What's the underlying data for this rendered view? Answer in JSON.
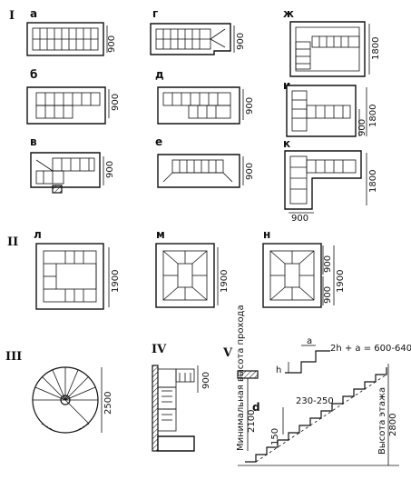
{
  "groups": {
    "g1": "I",
    "g2": "II",
    "g3": "III",
    "g4": "IV",
    "g5": "V"
  },
  "labels": {
    "a": "а",
    "b": "б",
    "v": "в",
    "g": "г",
    "d": "д",
    "e": "е",
    "zh": "ж",
    "i": "и",
    "k": "к",
    "l": "л",
    "m": "м",
    "n": "н"
  },
  "dims": {
    "a": "900",
    "b": "900",
    "v": "900",
    "g": "900",
    "d": "900",
    "e": "900",
    "zh": "1800",
    "i_small": "900",
    "i_big": "1800",
    "k_side": "1800",
    "k_bottom": "900",
    "l": "1900",
    "m": "1900",
    "n_1": "900",
    "n_2": "900",
    "n_3": "1900",
    "spiral": "2500",
    "iv": "900"
  },
  "section": {
    "formula": "2h + a = 600-640",
    "a": "a",
    "h": "h",
    "min_height_title": "Минимальная высота прохода",
    "min_height_value": "2100",
    "d": "d",
    "step": "230-250",
    "gap": "150",
    "floor_title": "Высота этажа",
    "floor_value": "2800"
  }
}
